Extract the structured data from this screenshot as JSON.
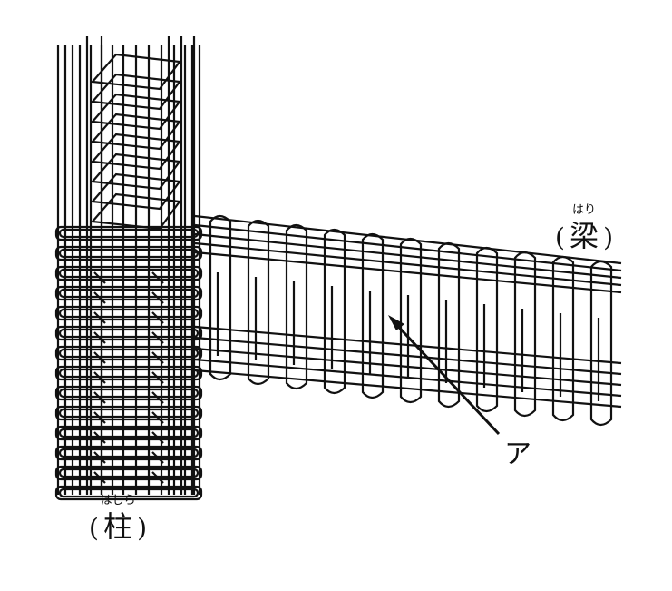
{
  "beam_label": {
    "open": "(",
    "kanji": "梁",
    "reading": "はり",
    "close": ")"
  },
  "column_label": {
    "open": "(",
    "kanji": "柱",
    "reading": "はしら",
    "close": ")"
  },
  "marker": "ア",
  "colors": {
    "ink": "#111111",
    "background": "#ffffff"
  }
}
